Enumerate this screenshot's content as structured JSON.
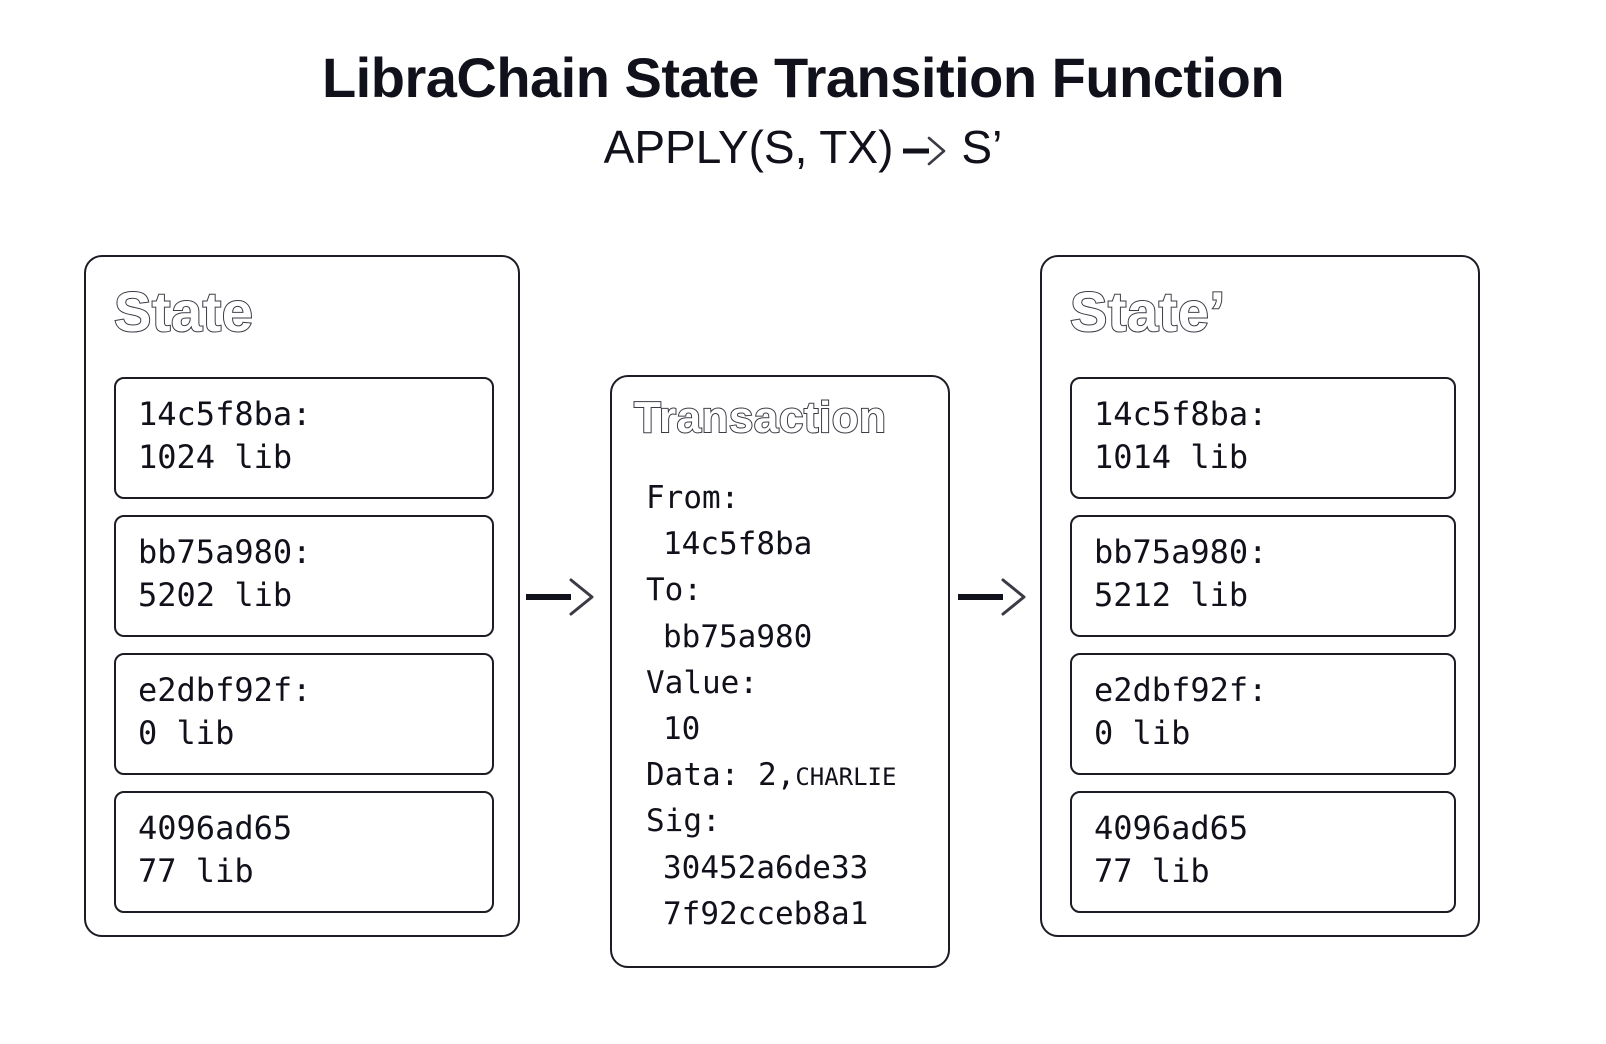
{
  "title": {
    "main": "LibraChain State Transition Function",
    "subtitle_left": "APPLY(S, TX)",
    "subtitle_arrow_icon": "right-arrow-icon",
    "subtitle_right": "S’"
  },
  "colors": {
    "background": "#ffffff",
    "stroke": "#1b1c24",
    "text": "#10111a",
    "heading_outline": "#3a3b45"
  },
  "state_before": {
    "heading": "State",
    "accounts": [
      {
        "address": "14c5f8ba:",
        "balance": "1024 lib"
      },
      {
        "address": "bb75a980:",
        "balance": "5202 lib"
      },
      {
        "address": "e2dbf92f:",
        "balance": "0 lib"
      },
      {
        "address": "4096ad65",
        "balance": "77 lib"
      }
    ]
  },
  "transaction": {
    "heading": "Transaction",
    "fields": [
      {
        "label": "From:",
        "value": "14c5f8ba"
      },
      {
        "label": "To:",
        "value": "bb75a980"
      },
      {
        "label": "Value:",
        "value": "10"
      }
    ],
    "data_label": "Data: ",
    "data_value": "2,",
    "data_tag": "CHARLIE",
    "sig_label": "Sig:",
    "sig_line1": "30452a6de33",
    "sig_line2": "7f92cceb8a1"
  },
  "state_after": {
    "heading": "State’",
    "accounts": [
      {
        "address": "14c5f8ba:",
        "balance": "1014 lib"
      },
      {
        "address": "bb75a980:",
        "balance": "5212 lib"
      },
      {
        "address": "e2dbf92f:",
        "balance": "0 lib"
      },
      {
        "address": "4096ad65",
        "balance": "77 lib"
      }
    ]
  },
  "connectors": [
    {
      "icon": "right-arrow-icon"
    },
    {
      "icon": "right-arrow-icon"
    }
  ]
}
